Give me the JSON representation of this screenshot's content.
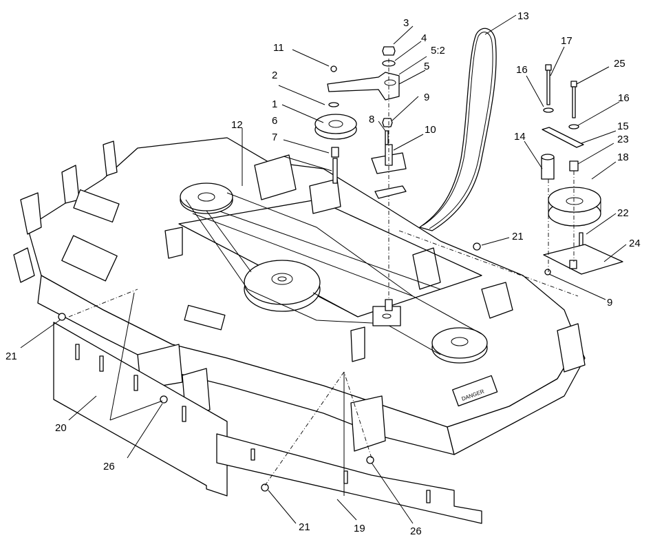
{
  "diagram": {
    "callouts": {
      "c1": "1",
      "c2": "2",
      "c3": "3",
      "c4": "4",
      "c5_2": "5:2",
      "c5": "5",
      "c6": "6",
      "c7": "7",
      "c8": "8",
      "c9a": "9",
      "c9b": "9",
      "c10": "10",
      "c11": "11",
      "c12": "12",
      "c13": "13",
      "c14": "14",
      "c15": "15",
      "c16a": "16",
      "c16b": "16",
      "c17": "17",
      "c18": "18",
      "c19": "19",
      "c20": "20",
      "c21a": "21",
      "c21b": "21",
      "c21c": "21",
      "c22": "22",
      "c23": "23",
      "c24": "24",
      "c25": "25",
      "c26a": "26",
      "c26b": "26"
    },
    "decal_text": "DANGER"
  }
}
